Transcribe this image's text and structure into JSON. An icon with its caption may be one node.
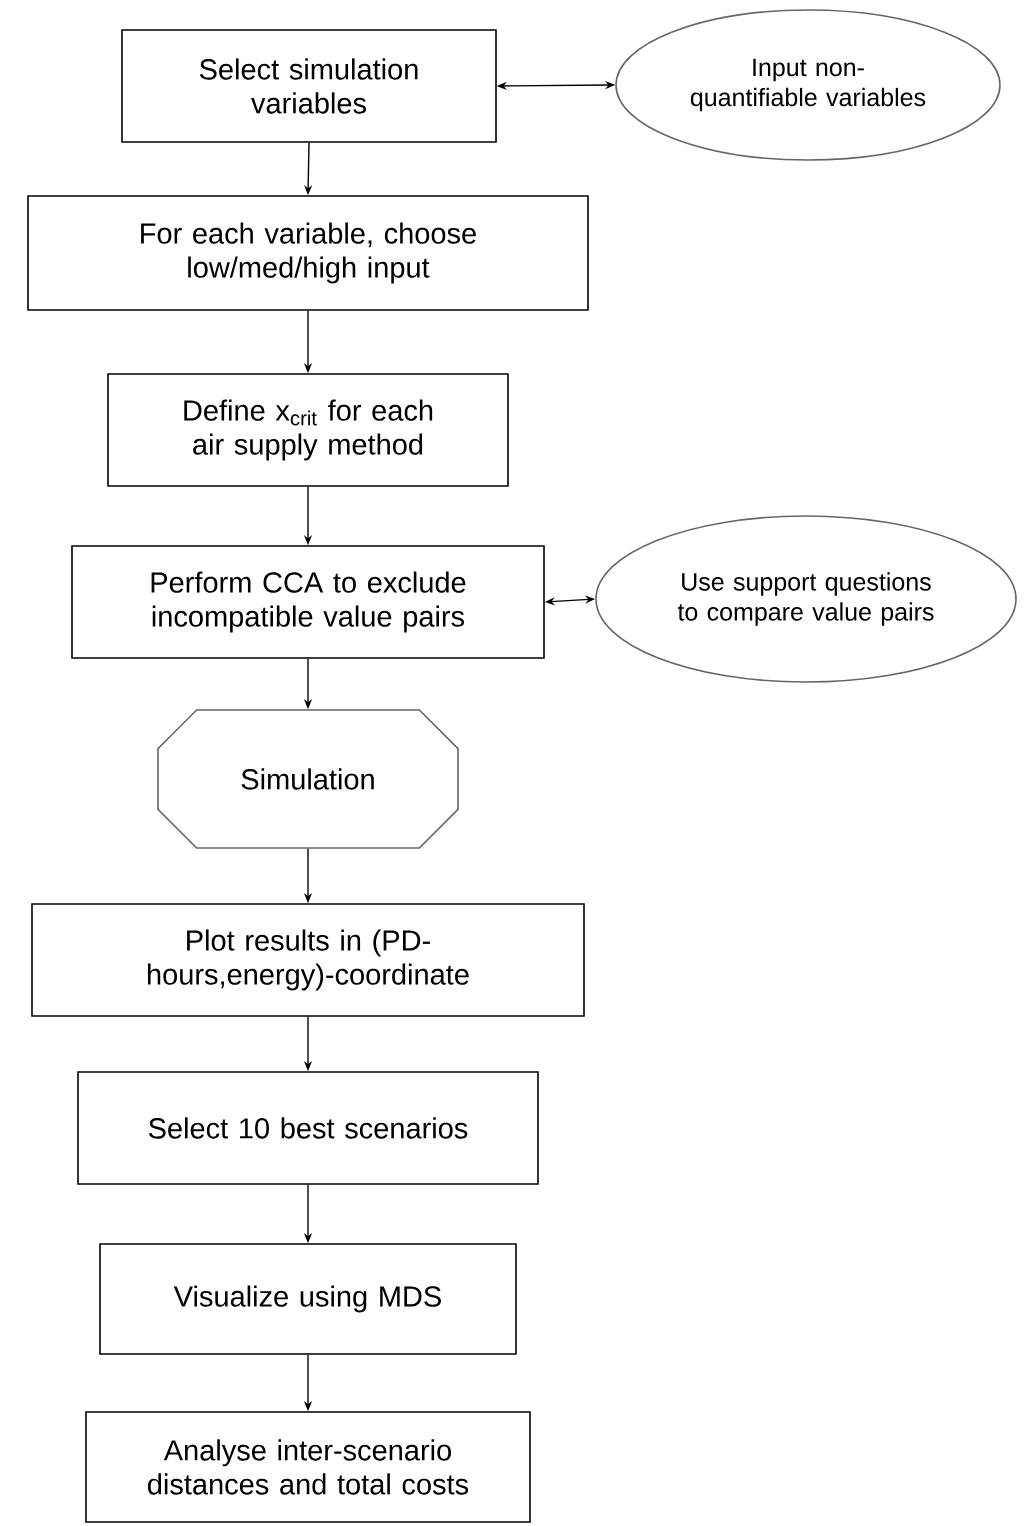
{
  "diagram": {
    "nodes": [
      {
        "text": [
          "Select simulation variables"
        ]
      },
      {
        "text": [
          "Input non-quantifiable variables"
        ]
      },
      {
        "text": [
          "For each variable, choose low/med/high input"
        ]
      },
      {
        "text": [
          "Define x$_{crit}$ for each air supply method"
        ]
      },
      {
        "text": [
          "Perform CCA to exclude incompatible value pairs"
        ]
      },
      {
        "text": [
          "Use support questions to compare value pairs"
        ]
      },
      {
        "text": [
          "Simulation"
        ]
      },
      {
        "text": [
          "Plot results in (PD-hours,energy)-coordinate"
        ]
      },
      {
        "text": [
          "Select 10 best scenarios"
        ]
      },
      {
        "text": [
          "Visualize using MDS"
        ]
      },
      {
        "text": [
          "Analyse inter-scenario distances and total costs"
        ]
      }
    ],
    "edges": [
      {
        "from": 0,
        "to": 1,
        "arrow": "both"
      },
      {
        "from": 0,
        "to": 2,
        "arrow": "to"
      },
      {
        "from": 2,
        "to": 3,
        "arrow": "to"
      },
      {
        "from": 3,
        "to": 4,
        "arrow": "to"
      },
      {
        "from": 4,
        "to": 5,
        "arrow": "both"
      },
      {
        "from": 4,
        "to": 6,
        "arrow": "to"
      },
      {
        "from": 6,
        "to": 7,
        "arrow": "to"
      },
      {
        "from": 7,
        "to": 8,
        "arrow": "to"
      },
      {
        "from": 8,
        "to": 9,
        "arrow": "to"
      },
      {
        "from": 9,
        "to": 10,
        "arrow": "to"
      }
    ]
  }
}
